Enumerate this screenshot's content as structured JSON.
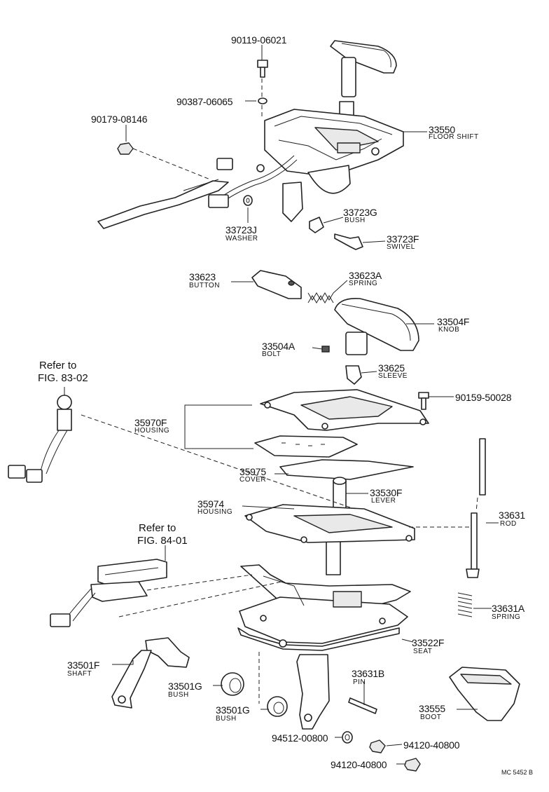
{
  "labels": {
    "p90119_06021": {
      "number": "90119-06021"
    },
    "p90387_06065": {
      "number": "90387-06065"
    },
    "p90179_08146": {
      "number": "90179-08146"
    },
    "p33550": {
      "number": "33550",
      "name": "FLOOR SHIFT"
    },
    "p33723g": {
      "number": "33723G",
      "name": "BUSH"
    },
    "p33723j": {
      "number": "33723J",
      "name": "WASHER"
    },
    "p33723f": {
      "number": "33723F",
      "name": "SWIVEL"
    },
    "p33623": {
      "number": "33623",
      "name": "BUTTON"
    },
    "p33623a": {
      "number": "33623A",
      "name": "SPRING"
    },
    "p33504f": {
      "number": "33504F",
      "name": "KNOB"
    },
    "p33504a": {
      "number": "33504A",
      "name": "BOLT"
    },
    "p33625": {
      "number": "33625",
      "name": "SLEEVE"
    },
    "p90159_50028": {
      "number": "90159-50028"
    },
    "p35970f": {
      "number": "35970F",
      "name": "HOUSING"
    },
    "p35975": {
      "number": "35975",
      "name": "COVER"
    },
    "p33530f": {
      "number": "33530F",
      "name": "LEVER"
    },
    "p35974": {
      "number": "35974",
      "name": "HOUSING"
    },
    "p33631": {
      "number": "33631",
      "name": "ROD"
    },
    "p33631a": {
      "number": "33631A",
      "name": "SPRING"
    },
    "p33522f": {
      "number": "33522F",
      "name": "SEAT"
    },
    "p33501f": {
      "number": "33501F",
      "name": "SHAFT"
    },
    "p33501g_1": {
      "number": "33501G",
      "name": "BUSH"
    },
    "p33501g_2": {
      "number": "33501G",
      "name": "BUSH"
    },
    "p33631b": {
      "number": "33631B",
      "name": "PIN"
    },
    "p33555": {
      "number": "33555",
      "name": "BOOT"
    },
    "p94512_00800": {
      "number": "94512-00800"
    },
    "p94120_40800_1": {
      "number": "94120-40800"
    },
    "p94120_40800_2": {
      "number": "94120-40800"
    }
  },
  "references": {
    "fig83": {
      "line1": "Refer to",
      "line2": "FIG. 83-02"
    },
    "fig84": {
      "line1": "Refer to",
      "line2": "FIG. 84-01"
    }
  },
  "code": "MC  5452 B"
}
